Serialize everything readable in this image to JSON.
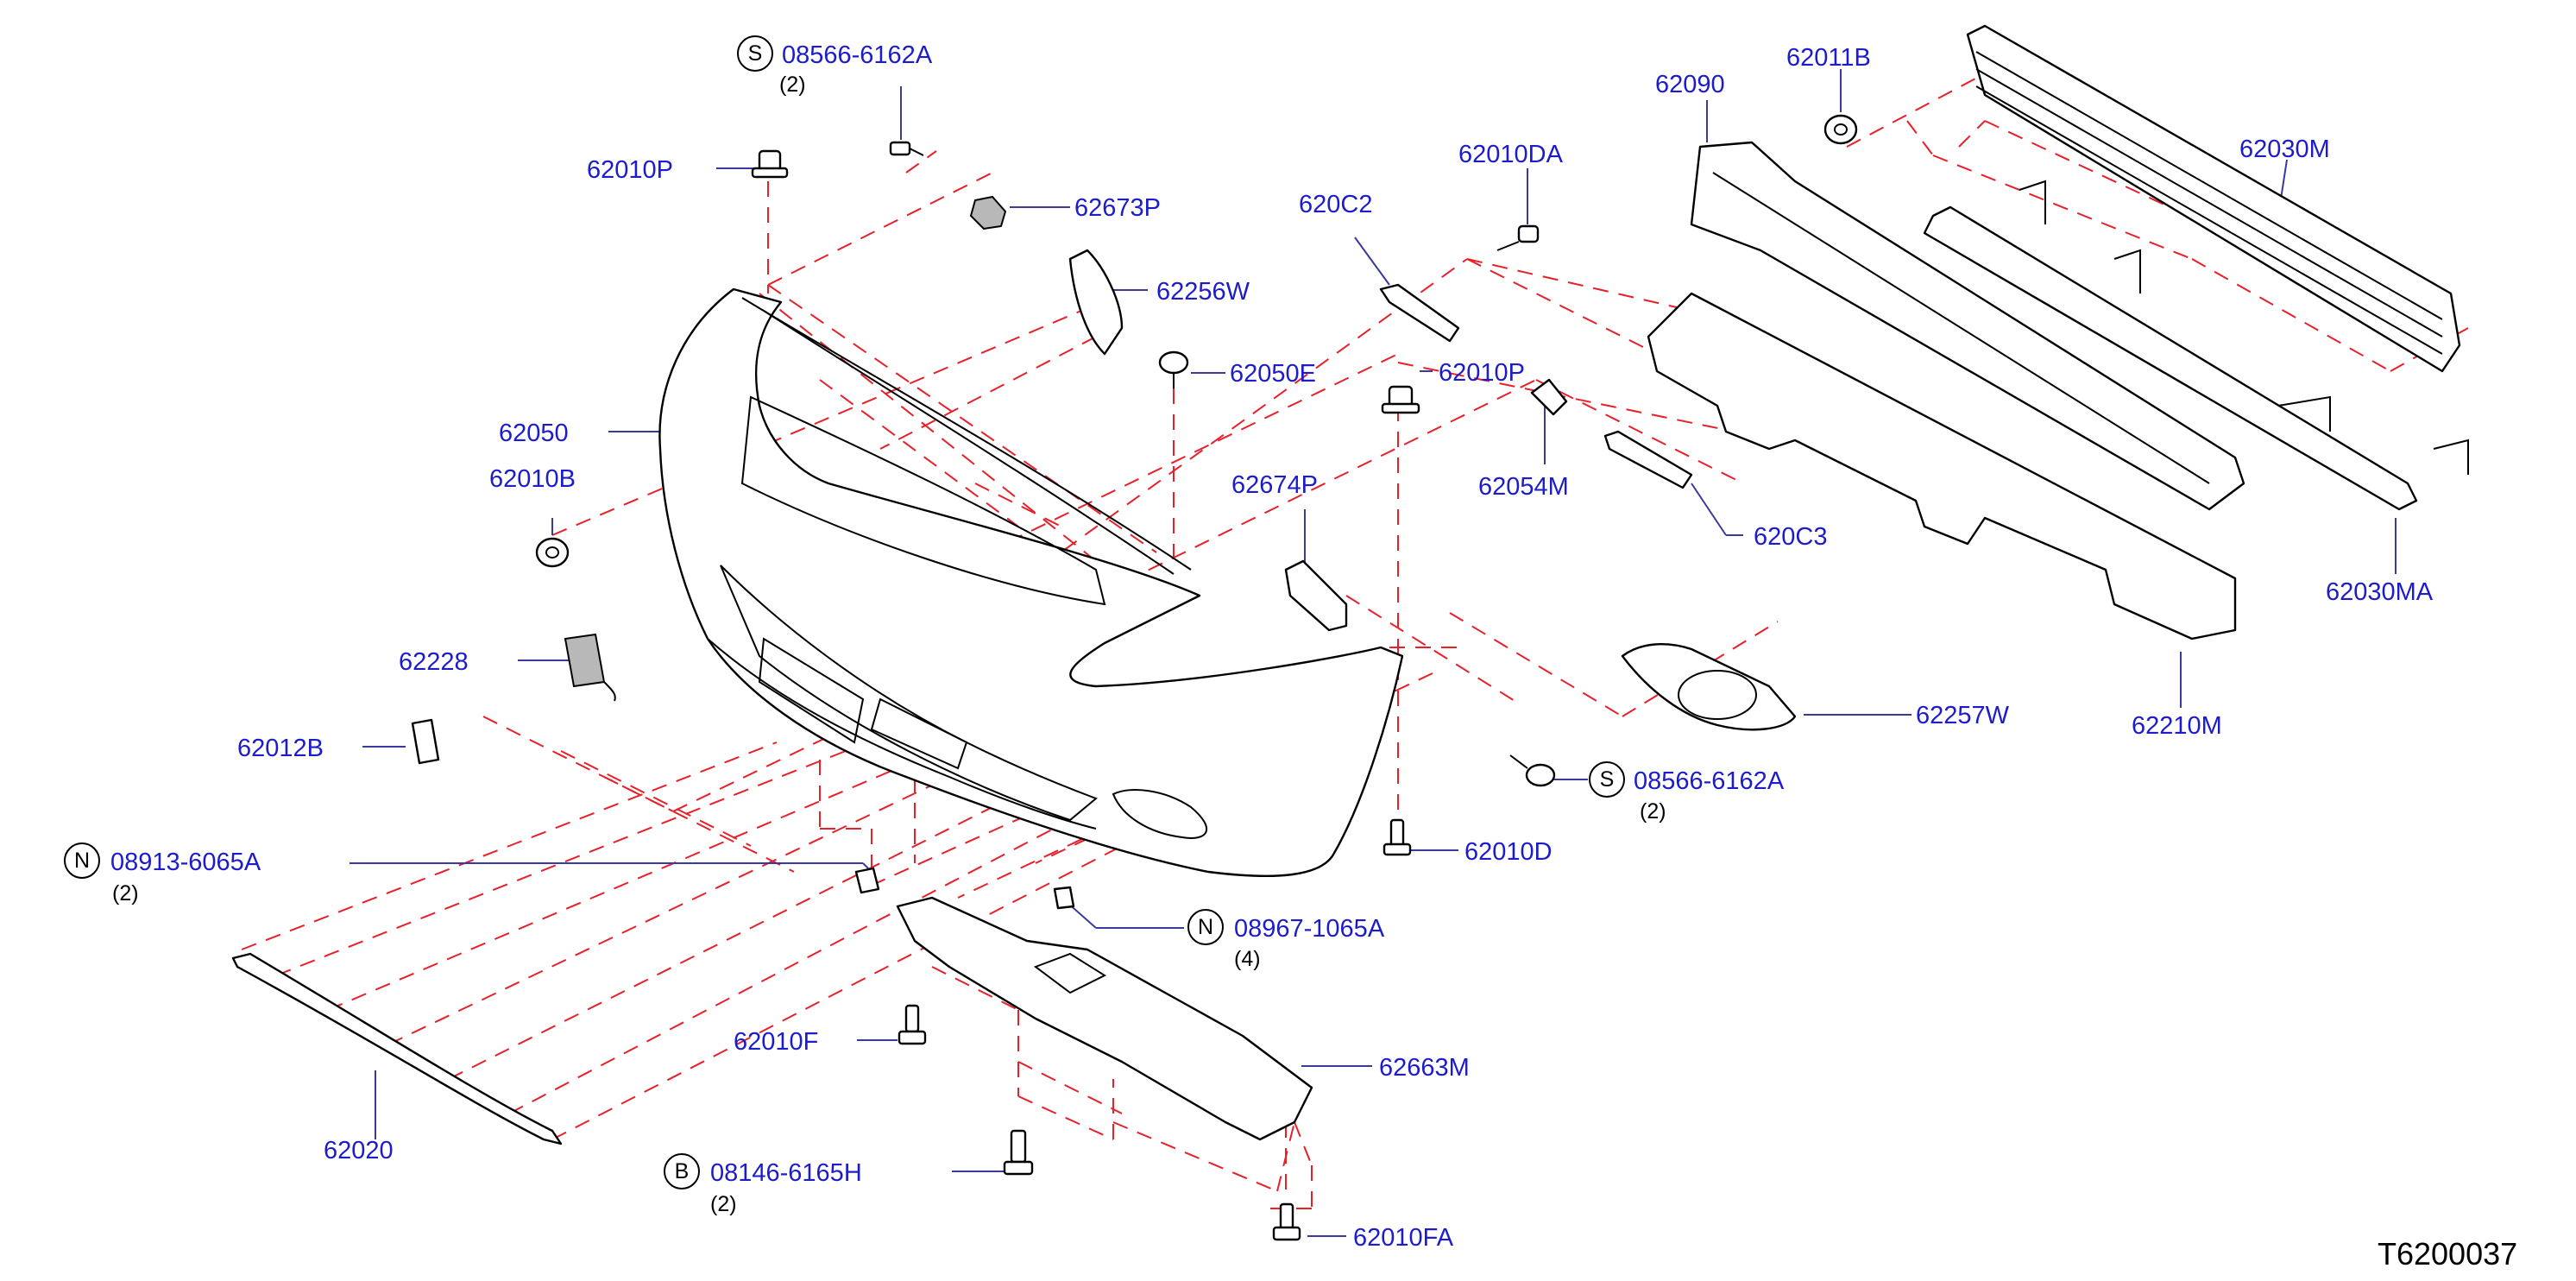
{
  "diagram_code": "T6200037",
  "callouts": [
    {
      "id": "08566-6162A-top",
      "prefix": "S",
      "label": "08566-6162A",
      "qty": "(2)"
    },
    {
      "id": "62010P-left",
      "label": "62010P"
    },
    {
      "id": "62673P",
      "label": "62673P"
    },
    {
      "id": "62256W",
      "label": "62256W"
    },
    {
      "id": "62050E",
      "label": "62050E"
    },
    {
      "id": "62050",
      "label": "62050"
    },
    {
      "id": "62010B",
      "label": "62010B"
    },
    {
      "id": "62228",
      "label": "62228"
    },
    {
      "id": "62012B",
      "label": "62012B"
    },
    {
      "id": "08913-6065A",
      "prefix": "N",
      "label": "08913-6065A",
      "qty": "(2)"
    },
    {
      "id": "62020",
      "label": "62020"
    },
    {
      "id": "62010F",
      "label": "62010F"
    },
    {
      "id": "08146-6165H",
      "prefix": "B",
      "label": "08146-6165H",
      "qty": "(2)"
    },
    {
      "id": "62010FA",
      "label": "62010FA"
    },
    {
      "id": "62663M",
      "label": "62663M"
    },
    {
      "id": "08967-1065A",
      "prefix": "N",
      "label": "08967-1065A",
      "qty": "(4)"
    },
    {
      "id": "62010D",
      "label": "62010D"
    },
    {
      "id": "08566-6162A-bottom",
      "prefix": "S",
      "label": "08566-6162A",
      "qty": "(2)"
    },
    {
      "id": "62674P",
      "label": "62674P"
    },
    {
      "id": "620C2",
      "label": "620C2"
    },
    {
      "id": "62010DA",
      "label": "62010DA"
    },
    {
      "id": "62010P-right",
      "label": "62010P"
    },
    {
      "id": "62054M",
      "label": "62054M"
    },
    {
      "id": "620C3",
      "label": "620C3"
    },
    {
      "id": "62257W",
      "label": "62257W"
    },
    {
      "id": "62090",
      "label": "62090"
    },
    {
      "id": "62011B",
      "label": "62011B"
    },
    {
      "id": "62030M",
      "label": "62030M"
    },
    {
      "id": "62030MA",
      "label": "62030MA"
    },
    {
      "id": "62210M",
      "label": "62210M"
    }
  ]
}
